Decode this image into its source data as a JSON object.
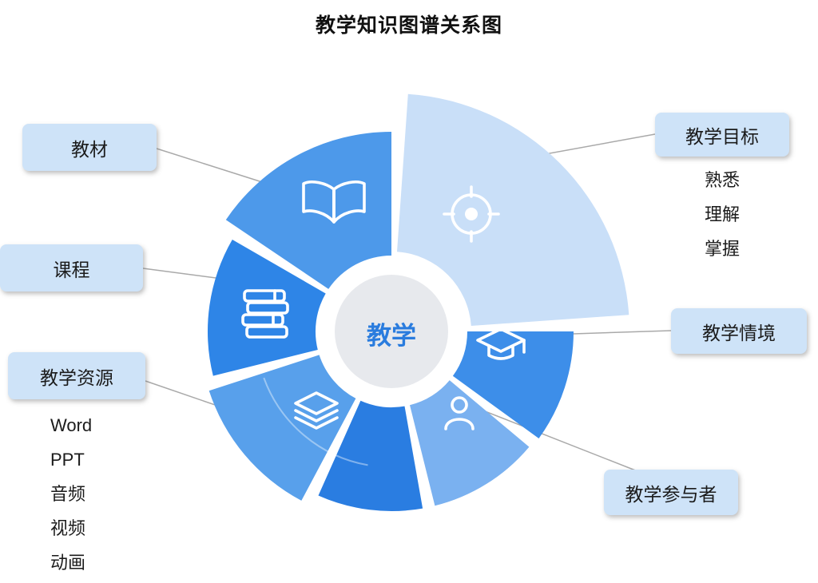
{
  "title": "教学知识图谱关系图",
  "center": {
    "label": "教学"
  },
  "labels": {
    "jiaocai": "教材",
    "kecheng": "课程",
    "ziyuan": "教学资源",
    "mubiao": "教学目标",
    "qingjing": "教学情境",
    "canyuzhe": "教学参与者"
  },
  "mubiao_items": [
    "熟悉",
    "理解",
    "掌握"
  ],
  "ziyuan_items": [
    "Word",
    "PPT",
    "音频",
    "视频",
    "动画"
  ],
  "icons": {
    "jiaocai": "open-book-icon",
    "mubiao": "target-icon",
    "qingjing": "graduation-cap-icon",
    "canyuzhe": "person-icon",
    "ziyuan": "layers-icon",
    "kecheng": "books-stack-icon"
  },
  "colors": {
    "segment_jiaocai": "#4D99EA",
    "segment_mubiao": "#C9DFF8",
    "segment_qingjing": "#3D8EE9",
    "segment_canyuzhe": "#7AB1F0",
    "segment_bottom": "#2A7DE1",
    "segment_ziyuan": "#58A0EB",
    "segment_kecheng": "#2E85E7",
    "center_bg": "#E7E9ED",
    "center_text": "#2A7CDE",
    "label_bg": "#CEE3F8",
    "connector": "#A9A9A9",
    "title_text": "#111111",
    "icon_stroke": "#FFFFFF"
  }
}
